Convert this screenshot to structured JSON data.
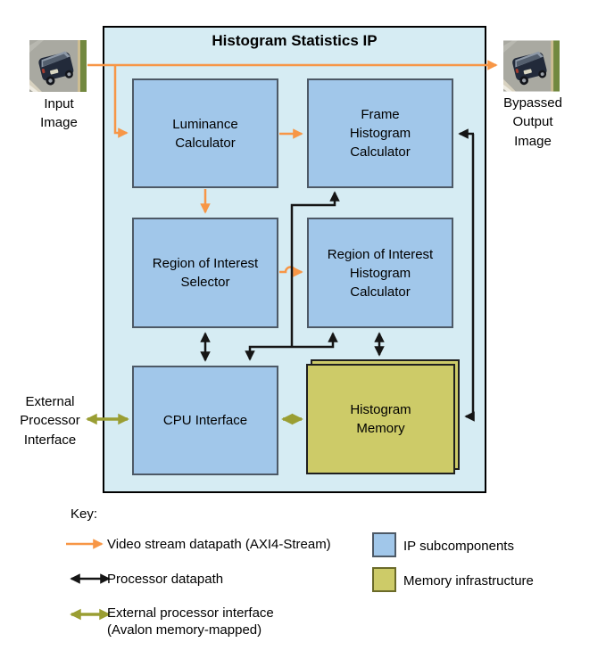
{
  "diagram": {
    "title": "Histogram Statistics IP",
    "blocks": {
      "luminance": "Luminance\nCalculator",
      "frame_histogram": "Frame\nHistogram\nCalculator",
      "roi_selector": "Region of Interest\nSelector",
      "roi_histogram": "Region of Interest\nHistogram\nCalculator",
      "cpu_interface": "CPU Interface",
      "histogram_memory": "Histogram\nMemory"
    },
    "external_labels": {
      "input_image": "Input\nImage",
      "bypassed_output": "Bypassed\nOutput\nImage",
      "external_processor": "External\nProcessor\nInterface"
    },
    "icons": {
      "input_photo": "car-photo",
      "output_photo": "car-photo"
    }
  },
  "key": {
    "heading": "Key:",
    "items": [
      {
        "type": "orange-arrow",
        "label": "Video stream datapath (AXI4-Stream)"
      },
      {
        "type": "black-double-arrow",
        "label": "Processor datapath"
      },
      {
        "type": "olive-double-arrow",
        "label": "External processor interface\n(Avalon memory-mapped)"
      },
      {
        "type": "blue-swatch",
        "label": "IP subcomponents"
      },
      {
        "type": "olive-swatch",
        "label": "Memory infrastructure"
      }
    ]
  },
  "colors": {
    "accent_orange": "#f79646",
    "processor_black": "#151515",
    "external_olive": "#9a9e33",
    "block_fill": "#a1c7ea",
    "block_border": "#4d5966",
    "container_fill": "#d6ecf3",
    "memory_fill": "#cdcb68",
    "canvas_bg": "#ffffff"
  }
}
